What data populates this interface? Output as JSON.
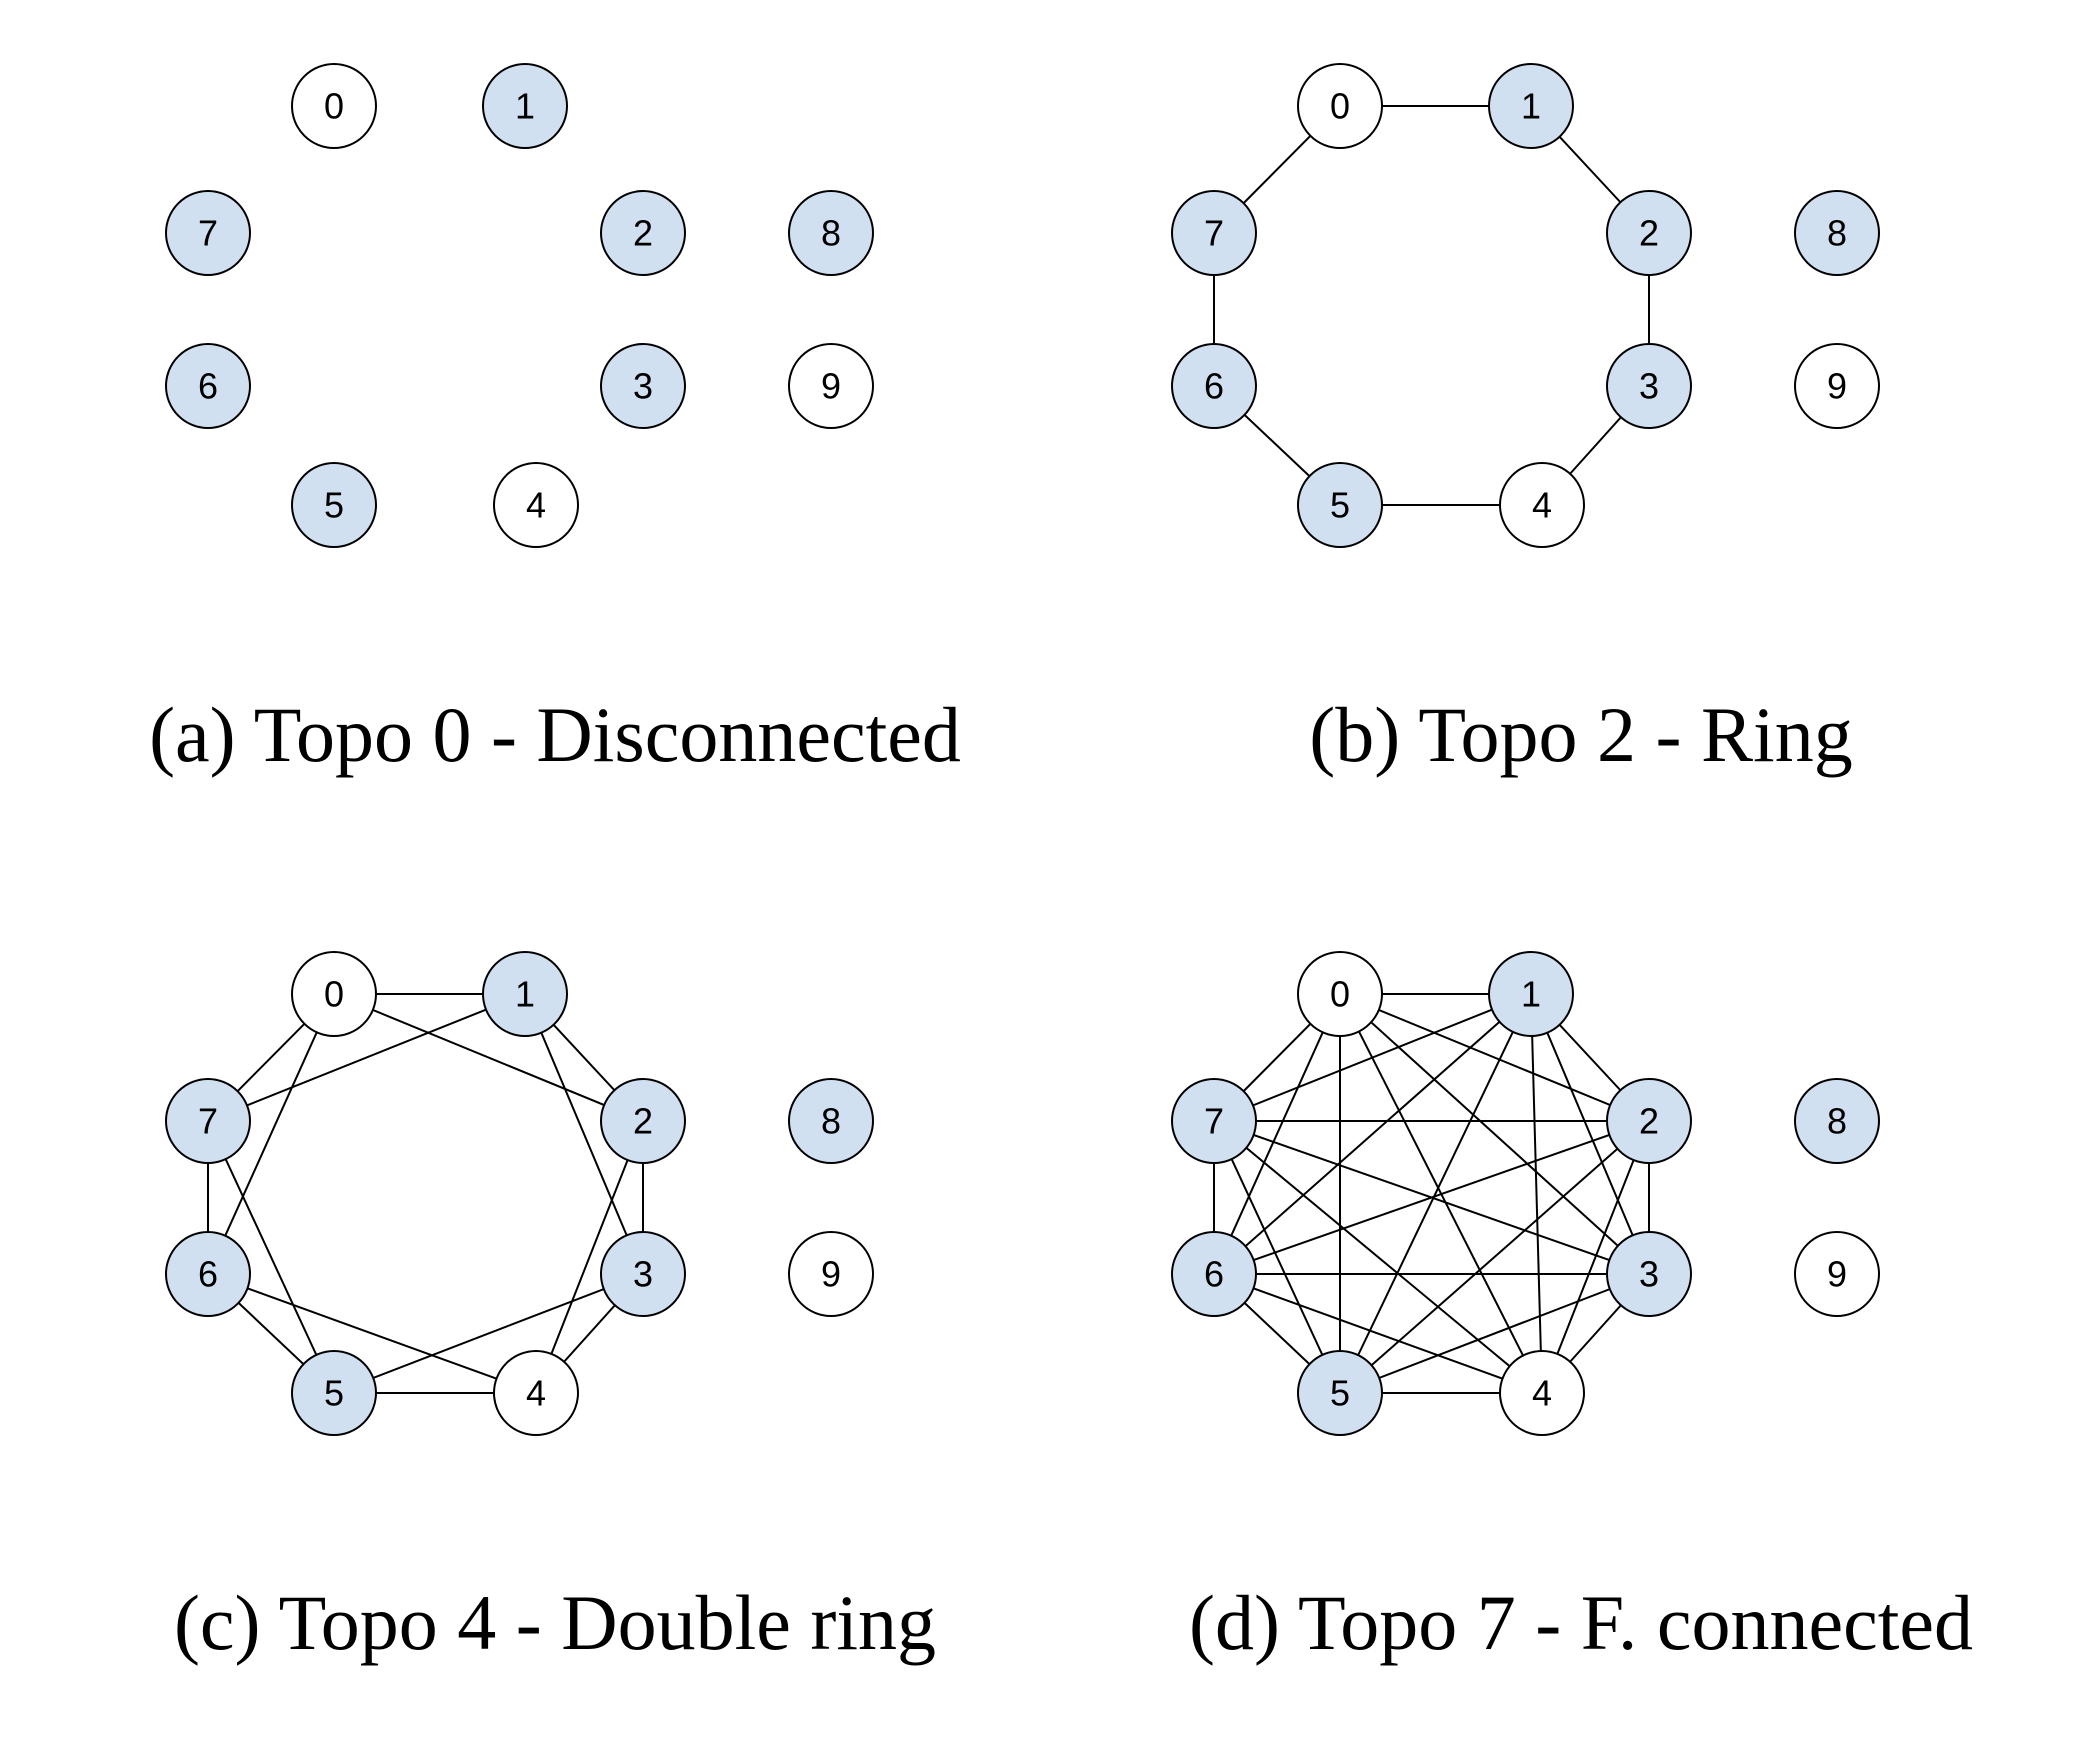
{
  "colors": {
    "active_fill": "#d0e0f0",
    "inactive_fill": "#ffffff",
    "edge": "#000000"
  },
  "panels": [
    {
      "caption": "(a) Topo 0 - Disconnected",
      "nodes": [
        {
          "id": "0",
          "active": false
        },
        {
          "id": "1",
          "active": true
        },
        {
          "id": "2",
          "active": true
        },
        {
          "id": "3",
          "active": true
        },
        {
          "id": "4",
          "active": false
        },
        {
          "id": "5",
          "active": true
        },
        {
          "id": "6",
          "active": true
        },
        {
          "id": "7",
          "active": true
        },
        {
          "id": "8",
          "active": true
        },
        {
          "id": "9",
          "active": false
        }
      ],
      "edges": []
    },
    {
      "caption": "(b) Topo 2 - Ring",
      "nodes": [
        {
          "id": "0",
          "active": false
        },
        {
          "id": "1",
          "active": true
        },
        {
          "id": "2",
          "active": true
        },
        {
          "id": "3",
          "active": true
        },
        {
          "id": "4",
          "active": false
        },
        {
          "id": "5",
          "active": true
        },
        {
          "id": "6",
          "active": true
        },
        {
          "id": "7",
          "active": true
        },
        {
          "id": "8",
          "active": true
        },
        {
          "id": "9",
          "active": false
        }
      ],
      "edges": [
        [
          "0",
          "1"
        ],
        [
          "1",
          "2"
        ],
        [
          "2",
          "3"
        ],
        [
          "3",
          "4"
        ],
        [
          "4",
          "5"
        ],
        [
          "5",
          "6"
        ],
        [
          "6",
          "7"
        ],
        [
          "7",
          "0"
        ]
      ]
    },
    {
      "caption": "(c) Topo 4 - Double ring",
      "nodes": [
        {
          "id": "0",
          "active": false
        },
        {
          "id": "1",
          "active": true
        },
        {
          "id": "2",
          "active": true
        },
        {
          "id": "3",
          "active": true
        },
        {
          "id": "4",
          "active": false
        },
        {
          "id": "5",
          "active": true
        },
        {
          "id": "6",
          "active": true
        },
        {
          "id": "7",
          "active": true
        },
        {
          "id": "8",
          "active": true
        },
        {
          "id": "9",
          "active": false
        }
      ],
      "edges": [
        [
          "0",
          "1"
        ],
        [
          "1",
          "2"
        ],
        [
          "2",
          "3"
        ],
        [
          "3",
          "4"
        ],
        [
          "4",
          "5"
        ],
        [
          "5",
          "6"
        ],
        [
          "6",
          "7"
        ],
        [
          "7",
          "0"
        ],
        [
          "0",
          "2"
        ],
        [
          "1",
          "3"
        ],
        [
          "2",
          "4"
        ],
        [
          "3",
          "5"
        ],
        [
          "4",
          "6"
        ],
        [
          "5",
          "7"
        ],
        [
          "6",
          "0"
        ],
        [
          "7",
          "1"
        ]
      ]
    },
    {
      "caption": "(d) Topo 7 - F. connected",
      "nodes": [
        {
          "id": "0",
          "active": false
        },
        {
          "id": "1",
          "active": true
        },
        {
          "id": "2",
          "active": true
        },
        {
          "id": "3",
          "active": true
        },
        {
          "id": "4",
          "active": false
        },
        {
          "id": "5",
          "active": true
        },
        {
          "id": "6",
          "active": true
        },
        {
          "id": "7",
          "active": true
        },
        {
          "id": "8",
          "active": true
        },
        {
          "id": "9",
          "active": false
        }
      ],
      "edges": "complete-0-7"
    }
  ]
}
